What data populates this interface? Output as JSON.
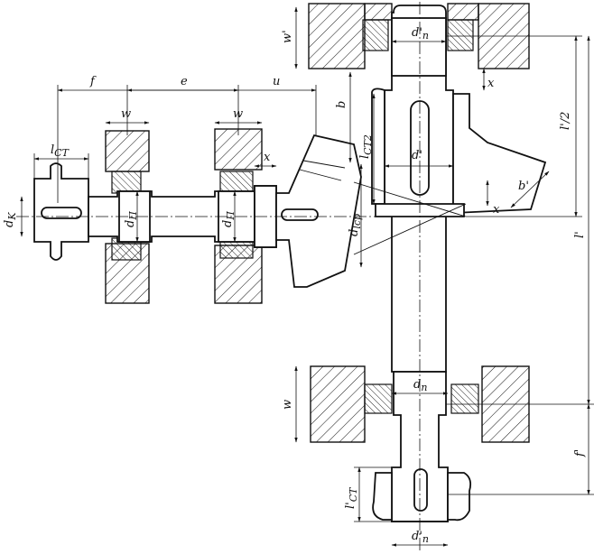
{
  "labels": {
    "f": "f",
    "e": "e",
    "u": "u",
    "w_left": "w",
    "w_mid": "w",
    "l_st": "l",
    "l_st_sub": "CT",
    "d_k": "d",
    "d_k_sub": "K",
    "d_p_left": "d",
    "d_p_left_sub": "П",
    "d_p_mid": "d",
    "d_p_mid_sub": "П",
    "x_small": "x",
    "w_prime_top": "w'",
    "d_prime_p_top": "d'",
    "d_prime_p_top_sub": "п",
    "x_top": "x",
    "b": "b",
    "l_st2": "l",
    "l_st2_sub": "CT2",
    "d_prime": "d'",
    "d_lsr": "d",
    "d_lsr_sub": "lcp",
    "b_prime": "b'",
    "x_right": "x",
    "l_prime_half": "l'/2",
    "l_prime": "l'",
    "w_bottom": "w",
    "d_p_bottom": "d",
    "d_p_bottom_sub": "п",
    "f_prime": "f'",
    "l_prime_st": "l'",
    "l_prime_st_sub": "CT",
    "d_prime_p_bottom": "d'",
    "d_prime_p_bottom_sub": "п"
  }
}
